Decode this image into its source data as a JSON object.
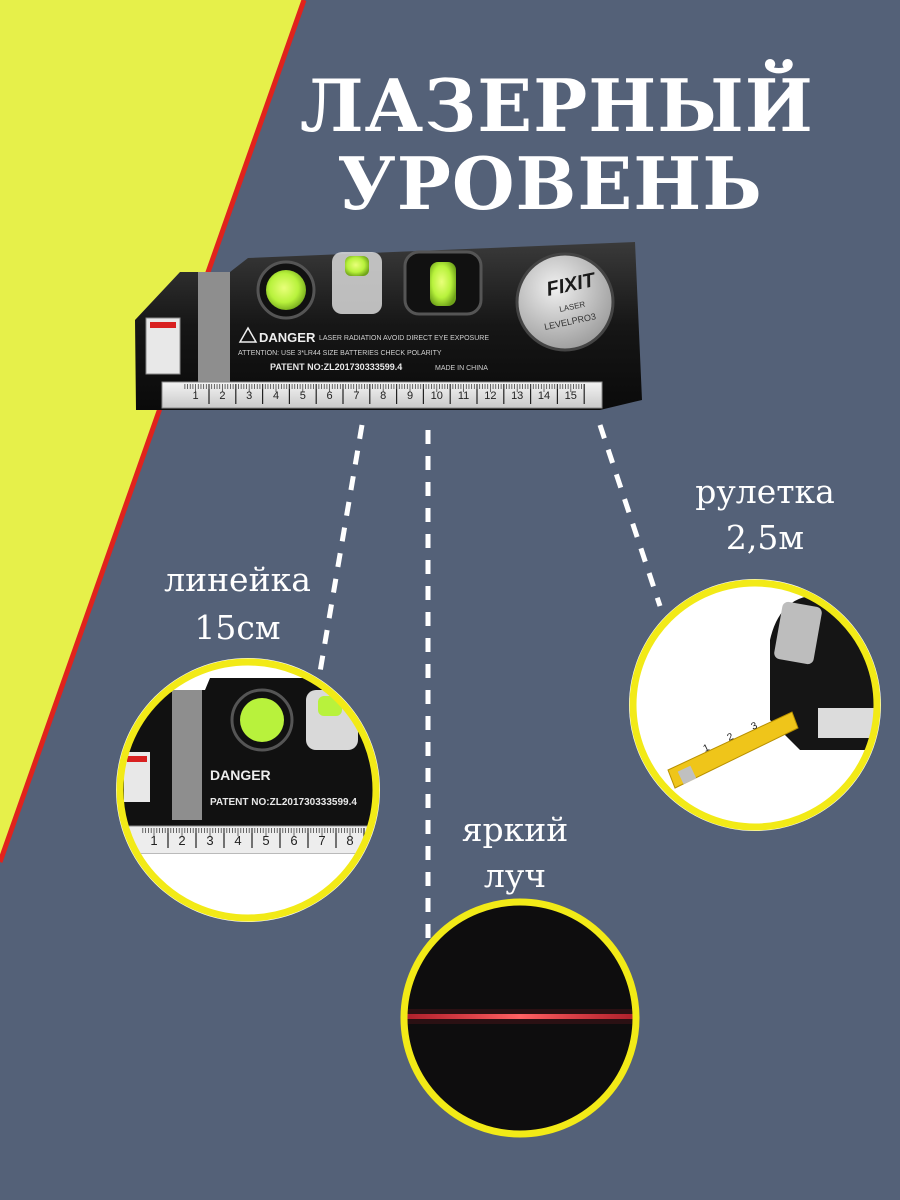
{
  "title": {
    "line1": "ЛАЗЕРНЫЙ",
    "line2": "УРОВЕНЬ"
  },
  "labels": {
    "ruler": {
      "line1": "линейка",
      "line2": "15см"
    },
    "tape": {
      "line1": "рулетка",
      "line2": "2,5м"
    },
    "beam": {
      "line1": "яркий",
      "line2": "луч"
    }
  },
  "device": {
    "brand": "FIXIT",
    "model": "LEVELPRO3",
    "sub": "LASER",
    "warning_heading": "DANGER",
    "warning_text": "LASER RADIATION AVOID DIRECT EYE EXPOSURE",
    "attention_text": "ATTENTION: USE 3*LR44 SIZE BATTERIES CHECK POLARITY",
    "patent_text": "PATENT NO:ZL201730333599.4",
    "origin_text": "MADE IN CHINA",
    "ruler_ticks": [
      "1",
      "2",
      "3",
      "4",
      "5",
      "6",
      "7",
      "8",
      "9",
      "10",
      "11",
      "12",
      "13",
      "14",
      "15"
    ],
    "tape_ticks": [
      "1",
      "2",
      "3"
    ]
  },
  "colors": {
    "background": "#546178",
    "accent_yellow": "#e6f04a",
    "stripe_red": "#e0231c",
    "circle_ring": "#f2ea17",
    "laser_red": "#ff2a3a",
    "bubble_green": "#b8f23c",
    "tape_yellow": "#efc51a"
  }
}
